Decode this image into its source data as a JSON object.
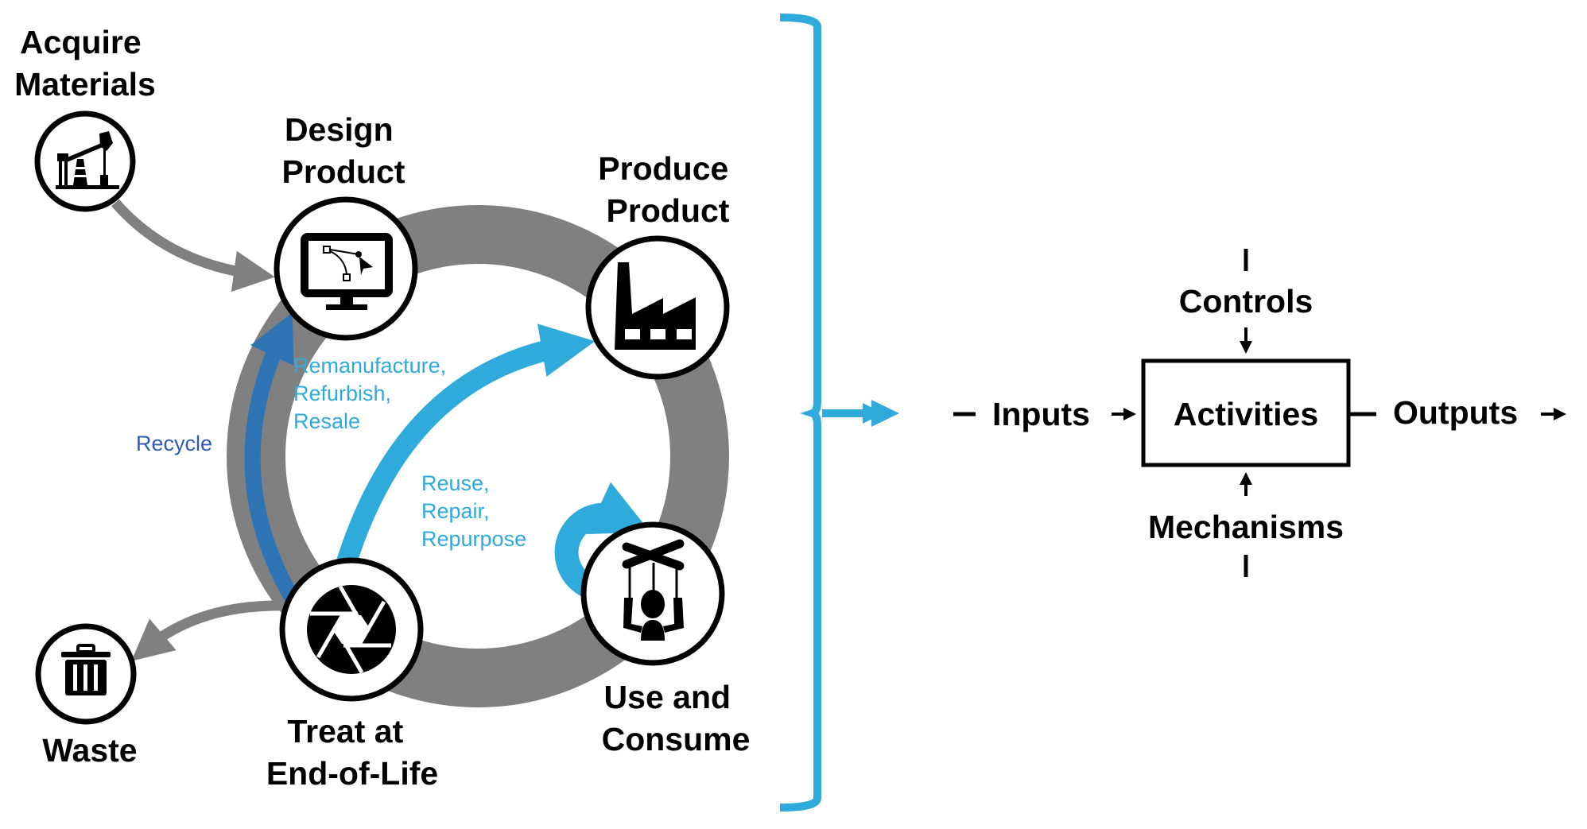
{
  "colors": {
    "ring_gray": "#808080",
    "light_blue": "#2EAADB",
    "dark_blue": "#2E74B5",
    "recycle_text": "#2F5BB7",
    "black": "#000000"
  },
  "lifecycle": {
    "nodes": [
      {
        "id": "acquire",
        "label_lines": [
          "Acquire",
          "Materials"
        ],
        "icon": "oil-pump-icon"
      },
      {
        "id": "design",
        "label_lines": [
          "Design",
          "Product"
        ],
        "icon": "monitor-bezier-icon"
      },
      {
        "id": "produce",
        "label_lines": [
          "Produce",
          "Product"
        ],
        "icon": "factory-icon"
      },
      {
        "id": "use",
        "label_lines": [
          "Use and",
          "Consume"
        ],
        "icon": "puppet-icon"
      },
      {
        "id": "treat",
        "label_lines": [
          "Treat at",
          "End-of-Life"
        ],
        "icon": "camera-aperture-icon"
      },
      {
        "id": "waste",
        "label_lines": [
          "Waste"
        ],
        "icon": "trash-can-icon"
      }
    ],
    "flows": {
      "recycle": "Recycle",
      "remanufacture": [
        "Remanufacture,",
        "Refurbish,",
        "Resale"
      ],
      "reuse": [
        "Reuse,",
        "Repair,",
        "Repurpose"
      ]
    }
  },
  "idef0": {
    "activity": "Activities",
    "inputs": "Inputs",
    "outputs": "Outputs",
    "controls": "Controls",
    "mechanisms": "Mechanisms"
  }
}
